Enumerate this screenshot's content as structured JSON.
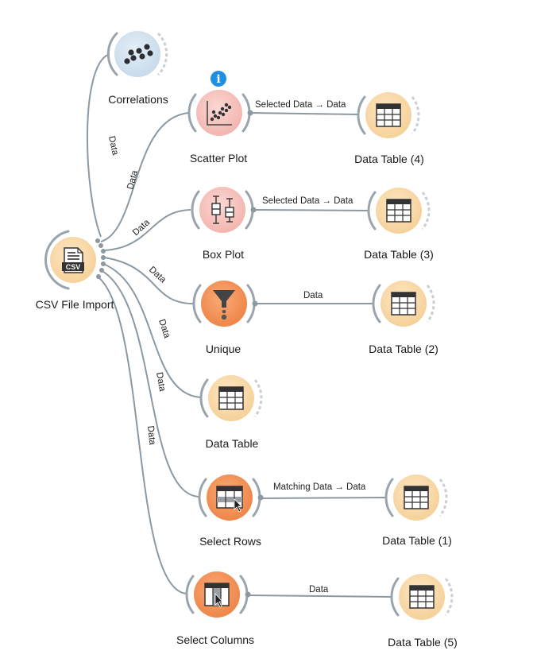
{
  "colors": {
    "link": "#8c99a3",
    "ring": "#9aa4ad",
    "data_fill": "#f7d7a5",
    "data_fill_light": "#fbe4bd",
    "model_fill": "#f6c2bd",
    "model_fill_light": "#fbd7d3",
    "transform_fill": "#f2935a",
    "transform_fill_light": "#f7b487",
    "unsup_fill": "#cfe0ee",
    "unsup_fill_light": "#e2edf6",
    "info": "#1f8fe0"
  },
  "nodes": {
    "csv": {
      "title": "CSV File Import",
      "icon": "csv-file-icon"
    },
    "correlations": {
      "title": "Correlations",
      "icon": "correlation-dots-icon"
    },
    "scatter": {
      "title": "Scatter Plot",
      "icon": "scatter-plot-icon",
      "info_badge": "i"
    },
    "boxplot": {
      "title": "Box Plot",
      "icon": "box-plot-icon"
    },
    "unique": {
      "title": "Unique",
      "icon": "funnel-icon"
    },
    "datatable": {
      "title": "Data Table",
      "icon": "table-icon"
    },
    "selectrows": {
      "title": "Select Rows",
      "icon": "select-rows-icon"
    },
    "selectcols": {
      "title": "Select Columns",
      "icon": "select-columns-icon"
    },
    "dt4": {
      "title": "Data Table (4)",
      "icon": "table-icon"
    },
    "dt3": {
      "title": "Data Table (3)",
      "icon": "table-icon"
    },
    "dt2": {
      "title": "Data Table (2)",
      "icon": "table-icon"
    },
    "dt1": {
      "title": "Data Table (1)",
      "icon": "table-icon"
    },
    "dt5": {
      "title": "Data Table (5)",
      "icon": "table-icon"
    }
  },
  "links": {
    "csv_correlations": "Data",
    "csv_scatter": "Data",
    "csv_boxplot": "Data",
    "csv_unique": "Data",
    "csv_datatable": "Data",
    "csv_selectrows": "Data",
    "csv_selectcols": "Data",
    "scatter_dt4": "Selected Data → Data",
    "boxplot_dt3": "Selected Data → Data",
    "unique_dt2": "Data",
    "selectrows_dt1": "Matching Data → Data",
    "selectcols_dt5": "Data"
  }
}
